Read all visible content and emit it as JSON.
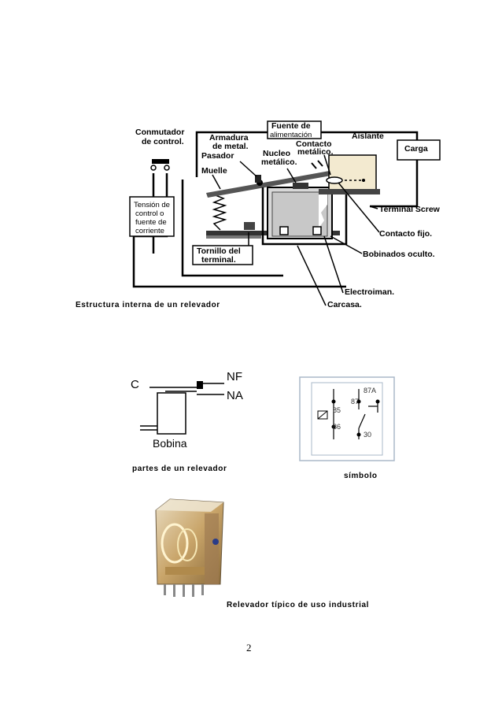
{
  "diagram1": {
    "labels": {
      "conmutador_1": "Conmutador",
      "conmutador_2": "de control.",
      "armadura_1": "Armadura",
      "armadura_2": "de metal.",
      "fuente_1": "Fuente de",
      "fuente_2": "alimentación",
      "contacto_metalico_1": "Contacto",
      "contacto_metalico_2": "metálico.",
      "aislante": "Aislante",
      "carga": "Carga",
      "pasador": "Pasador",
      "nucleo_1": "Nucleo",
      "nucleo_2": "metálico.",
      "muelle": "Muelle",
      "tension_1": "Tensión de",
      "tension_2": "control o",
      "tension_3": "fuente de",
      "tension_4": "corriente",
      "terminal_screw": "Terminal Screw",
      "contacto_fijo": "Contacto fijo.",
      "tornillo_1": "Tornillo del",
      "tornillo_2": "terminal.",
      "bobinados": "Bobinados oculto.",
      "electroiman": "Electroiman.",
      "carcasa": "Carcasa."
    },
    "caption": "Estructura interna de un relevador"
  },
  "diagram2": {
    "c": "C",
    "nf": "NF",
    "na": "NA",
    "bobina": "Bobina",
    "caption": "partes de un relevador"
  },
  "diagram3": {
    "pin_87a": "87A",
    "pin_87": "87",
    "pin_85": "85",
    "pin_86": "86",
    "pin_30": "30",
    "caption": "símbolo"
  },
  "photo": {
    "caption": "Relevador típico de uso industrial"
  },
  "page_number": "2"
}
